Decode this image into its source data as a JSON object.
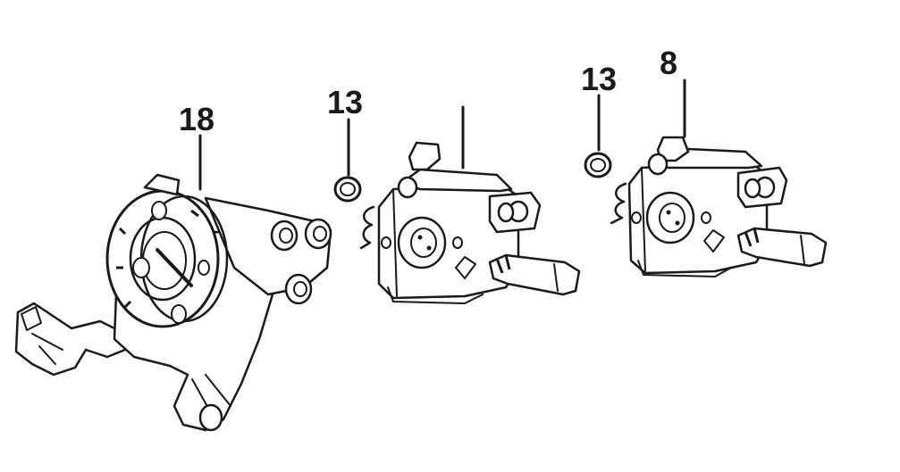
{
  "callouts": {
    "part_18": "18",
    "part_13_left": "13",
    "part_13_right": "13",
    "part_8": "8"
  },
  "colors": {
    "ink": "#1a1a1a",
    "background": "#ffffff"
  }
}
